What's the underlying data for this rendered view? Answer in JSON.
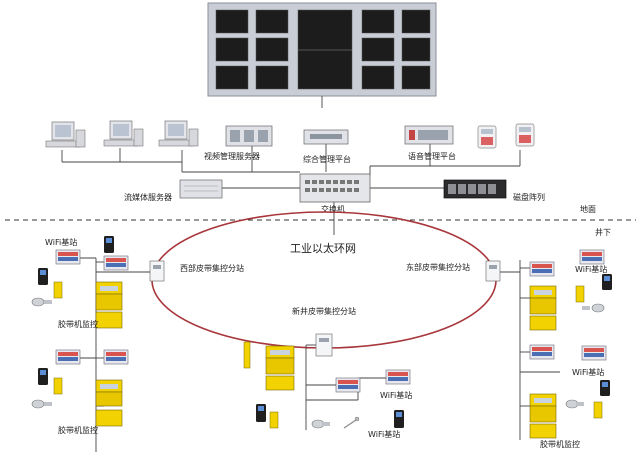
{
  "labels": {
    "video_server": "视频管理服务器",
    "integrated_platform": "综合管理平台",
    "voice_platform": "语音管理平台",
    "streaming_server": "流媒体服务器",
    "switch": "交换机",
    "disk_array": "磁盘阵列",
    "surface": "地面",
    "underground": "井下",
    "ring_network": "工业以太环网",
    "west_station": "西部皮带集控分站",
    "east_station": "东部皮带集控分站",
    "new_shaft_station": "新井皮带集控分站",
    "wifi_left": "WiFi基站",
    "belt_left_top": "胶带机监控",
    "belt_left_bottom": "胶带机监控",
    "wifi_right_top": "WiFi基站",
    "wifi_right_bottom": "WiFi基站",
    "belt_right_bottom": "胶带机监控",
    "wifi_center_a": "WiFi基站",
    "wifi_center_b": "WiFi基站"
  },
  "colors": {
    "ring": "#a8373c",
    "video_wall_frame": "#c9cdd6",
    "video_wall_screen": "#1a1a1a",
    "yellow_equipment": "#f2d200",
    "phone_red": "#d43c3c"
  }
}
